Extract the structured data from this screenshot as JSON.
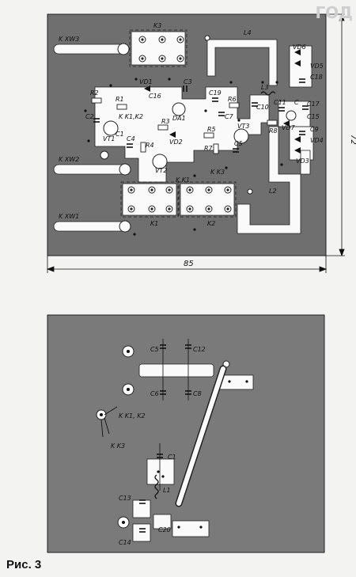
{
  "figure_caption": "Рис. 3",
  "page_corner_text": "ГОД",
  "top_board": {
    "dim_width": "85",
    "dim_height": "72",
    "components": [
      "K3",
      "L4",
      "VD6",
      "VD5",
      "C18",
      "VD1",
      "C3",
      "R2",
      "R1",
      "C19",
      "C16",
      "L3",
      "C11",
      "C17",
      "C2",
      "K K1,K2",
      "DA1",
      "C7",
      "C10",
      "C",
      "VT1",
      "R3",
      "VD2",
      "R5",
      "VT3",
      "R6",
      "C1",
      "VD4",
      "C4",
      "R4",
      "R7",
      "C5",
      "VD3",
      "VT2",
      "K K3",
      "K1",
      "K2",
      "L2",
      "C9",
      "VD7",
      "C15"
    ],
    "connectors": [
      "K XW3",
      "K XW2",
      "K XW1"
    ]
  },
  "bottom_board": {
    "components": [
      "C5",
      "C12",
      "C6",
      "C8",
      "C1",
      "L1",
      "C13",
      "C14",
      "C20"
    ],
    "labels": [
      "K K1, K2",
      "K K3"
    ]
  }
}
